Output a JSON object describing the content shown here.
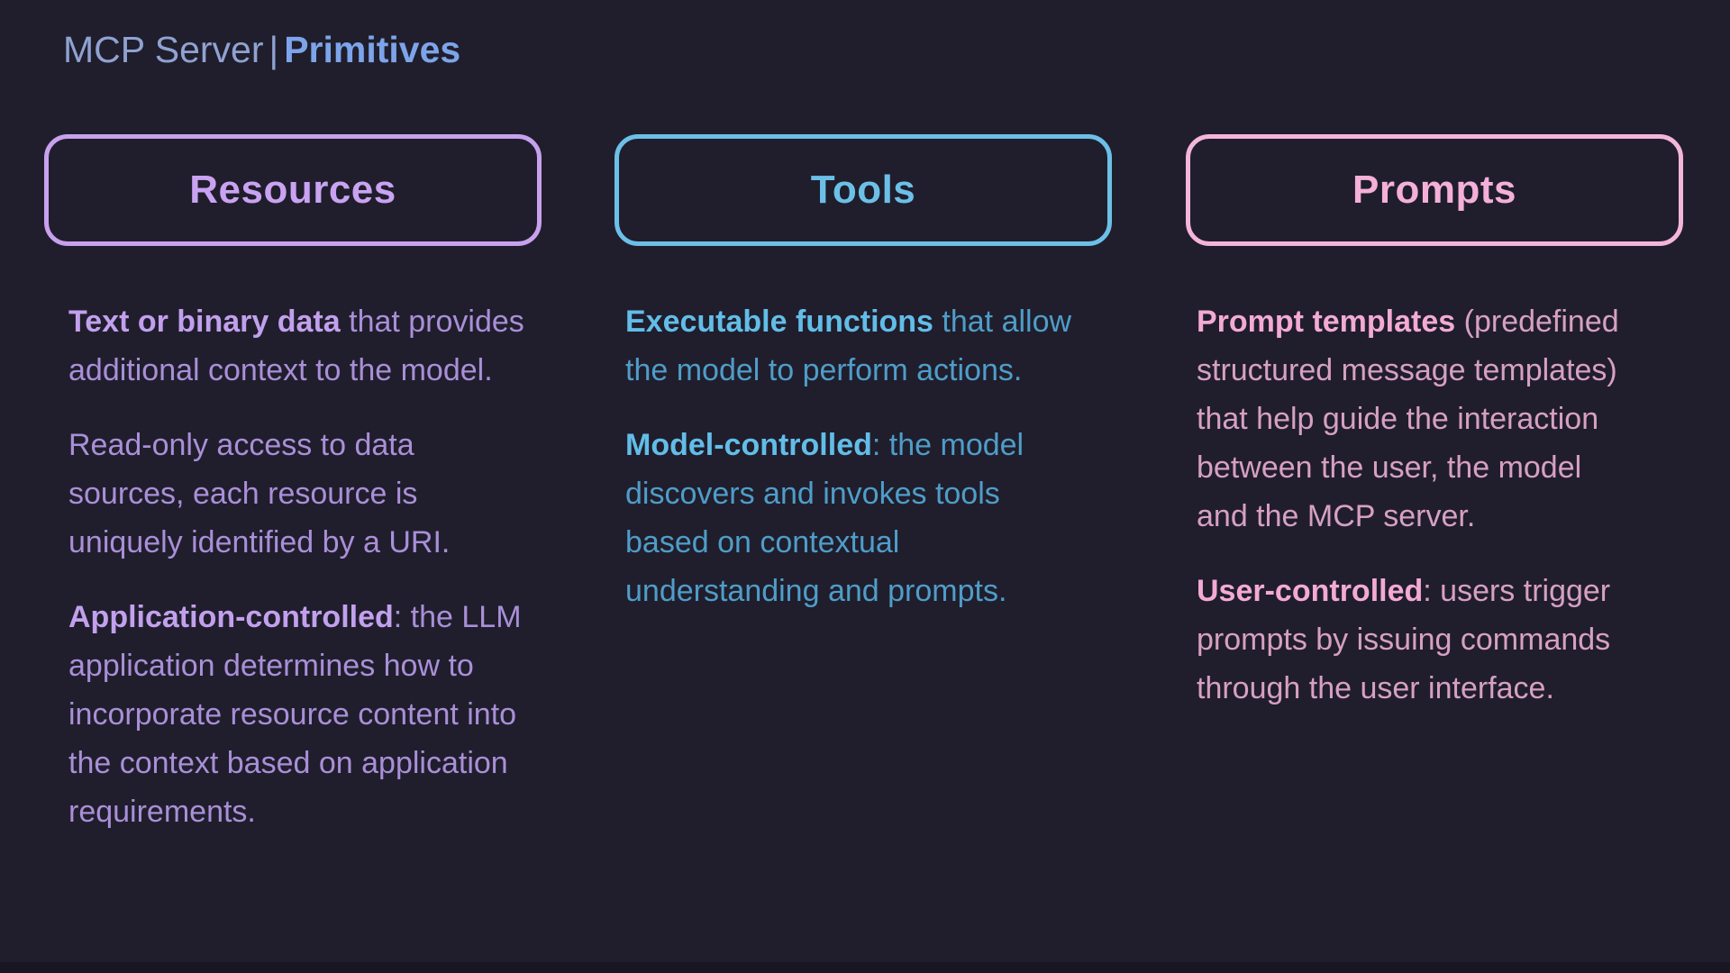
{
  "page": {
    "background": "#201e2c",
    "footer_bar_color": "#181621"
  },
  "title": {
    "prefix": "MCP Server",
    "separator": "|",
    "emphasis": "Primitives",
    "prefix_color": "#8fa2d2",
    "emphasis_color": "#7da4ea"
  },
  "columns": [
    {
      "heading": "Resources",
      "colors": {
        "accent": "#c7a1ee",
        "heading": "#c9a3f2",
        "bold_text": "#c2a0ee",
        "body_text": "#a98fd8"
      },
      "paragraphs": [
        {
          "bold": "Text or binary data",
          "rest": " that provides additional context to the model."
        },
        {
          "bold": "",
          "rest": "Read-only access to data sources, each resource is uniquely identified by a URI."
        },
        {
          "bold": "Application-controlled",
          "rest": ": the LLM application determines how to incorporate resource content into the context based on application requirements."
        }
      ]
    },
    {
      "heading": "Tools",
      "colors": {
        "accent": "#6cc0e8",
        "heading": "#6cc0e8",
        "bold_text": "#62bde8",
        "body_text": "#4f9dc9"
      },
      "paragraphs": [
        {
          "bold": "Executable functions",
          "rest": " that allow the model to perform actions."
        },
        {
          "bold": "Model-controlled",
          "rest": ": the model discovers and invokes tools based on contextual understanding and prompts."
        }
      ]
    },
    {
      "heading": "Prompts",
      "colors": {
        "accent": "#f4b5da",
        "heading": "#f4b0d8",
        "bold_text": "#f3aad4",
        "body_text": "#d7a0c2"
      },
      "paragraphs": [
        {
          "bold": "Prompt templates",
          "rest": " (predefined structured message templates) that help guide the interaction between the user, the model and the MCP server."
        },
        {
          "bold": "User-controlled",
          "rest": ": users trigger prompts by issuing commands through the user interface."
        }
      ]
    }
  ]
}
